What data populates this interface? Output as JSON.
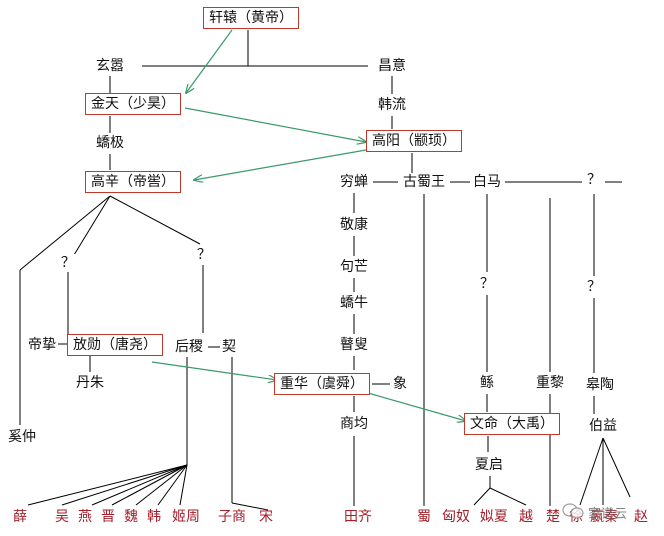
{
  "nodes": {
    "xuanyuan": "轩辕（黄帝）",
    "xuanxiao": "玄嚣",
    "changyi": "昌意",
    "jintian": "金天（少昊）",
    "hanliu": "韩流",
    "jiaoji": "蟜极",
    "gaoyang": "高阳（颛顼）",
    "gaoxin": "高辛（帝喾）",
    "qiongchan": "穷蝉",
    "gushuwang": "古蜀王",
    "baima": "白马",
    "jingkang": "敬康",
    "jumang": "句芒",
    "qiaoniu": "蟜牛",
    "gusou": "瞽叟",
    "dizhi": "帝挚",
    "fangxun": "放勋（唐尧）",
    "houji": "后稷",
    "xie": "契",
    "danzhu": "丹朱",
    "chonghua": "重华（虞舜）",
    "xiang": "象",
    "shangjun": "商均",
    "xizhong": "奚仲",
    "gun": "鲧",
    "chongli": "重黎",
    "gaotao": "皋陶",
    "wenming": "文命（大禹）",
    "boyi": "伯益",
    "xiaqi": "夏启"
  },
  "unknown_mark": "？",
  "clans": {
    "xue": "薛",
    "wu": "吴",
    "yan": "燕",
    "jin": "晋",
    "wei": "魏",
    "han": "韩",
    "jizhou": "姬周",
    "zishang": "子商",
    "song": "宋",
    "tianqi": "田齐",
    "shu": "蜀",
    "xiongnu": "匈奴",
    "sixia": "姒夏",
    "yue": "越",
    "chu": "楚",
    "xu": "徐",
    "yingqin": "嬴秦",
    "zhao": "赵"
  },
  "watermark": "家谱云",
  "colors": {
    "box_border": "#c0392b",
    "clan_text": "#a3202a",
    "arrow": "#3a9a6a",
    "line": "#000000"
  }
}
